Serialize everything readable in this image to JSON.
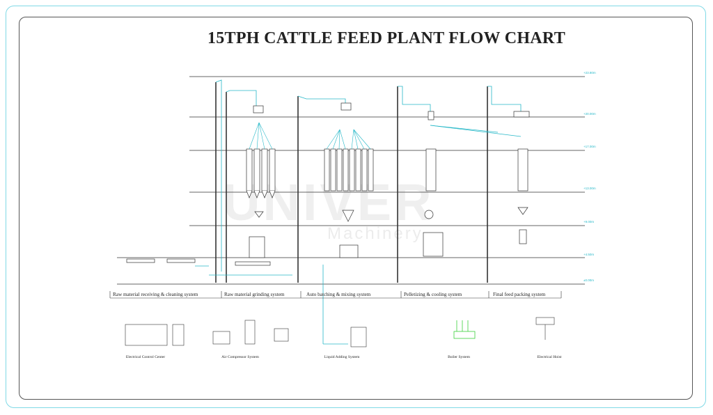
{
  "title": "15TPH CATTLE FEED PLANT FLOW CHART",
  "watermark": {
    "brand": "UNIVER",
    "sub": "Machinery"
  },
  "sections": [
    "Raw material receiving & cleaning system",
    "Raw material grinding system",
    "Auto batching & mixing system",
    "Pelletizing & cooling system",
    "Final feed packing system"
  ],
  "auxiliary": [
    "Electrical Control Center",
    "Air Compressor System",
    "Liquid Adding System",
    "Boiler System",
    "Electrical Hoist"
  ],
  "colors": {
    "line": "#26b8c8",
    "drawing": "#333333",
    "boiler": "#3bd13b"
  }
}
